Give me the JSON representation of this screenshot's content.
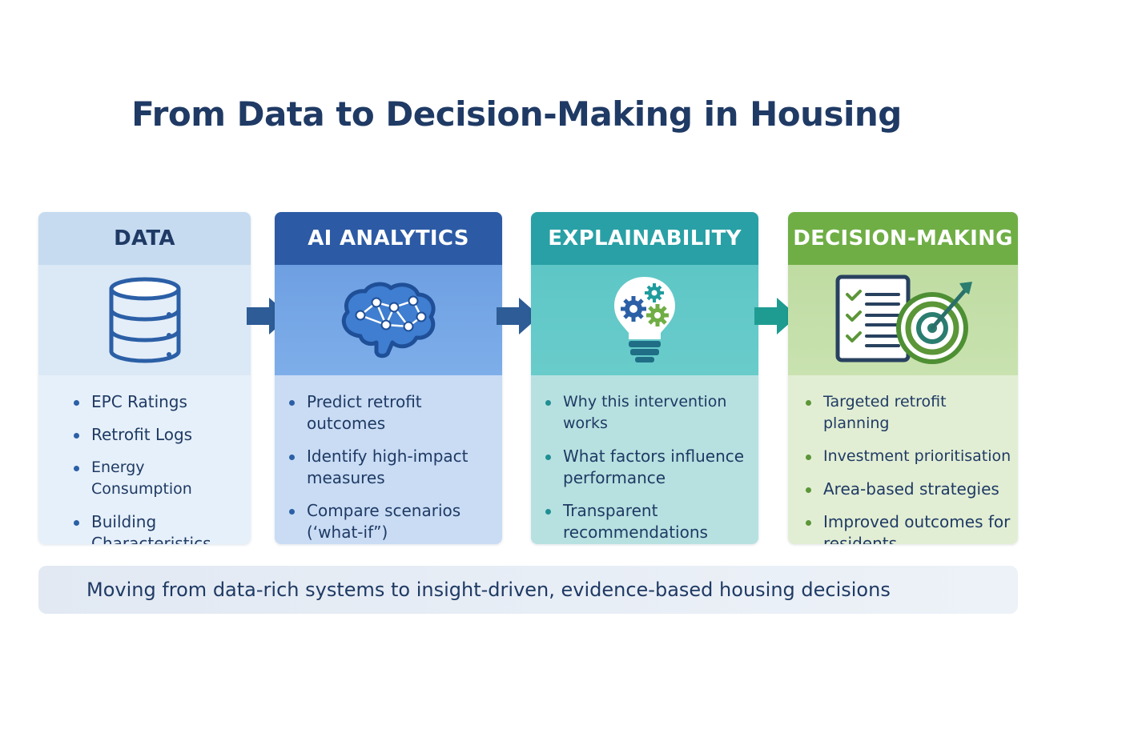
{
  "title": "From Data to Decision-Making in Housing",
  "stages": [
    {
      "header": "DATA",
      "icon": "database-icon",
      "items": [
        "EPC Ratings",
        "Retrofit Logs",
        "Energy Consumption",
        "Building Characteristics"
      ]
    },
    {
      "header": "AI ANALYTICS",
      "icon": "brain-network-icon",
      "items": [
        "Predict retrofit outcomes",
        "Identify high-impact measures",
        "Compare scenarios (‘what-if”)"
      ]
    },
    {
      "header": "EXPLAINABILITY",
      "icon": "lightbulb-gears-icon",
      "items": [
        "Why this intervention works",
        "What factors influence performance",
        "Transparent recommendations"
      ]
    },
    {
      "header": "DECISION-MAKING",
      "icon": "checklist-target-icon",
      "items": [
        "Targeted retrofit planning",
        "Investment prioritisation",
        "Area-based strategies",
        "Improved outcomes for residents"
      ]
    }
  ],
  "banner": "Moving from data-rich systems to insight-driven, evidence-based housing decisions",
  "colors": {
    "title": "#1f3a64",
    "data": "#c6dbf0",
    "ai": "#2c5aa5",
    "explain": "#29a0a6",
    "decision": "#6fae45"
  }
}
